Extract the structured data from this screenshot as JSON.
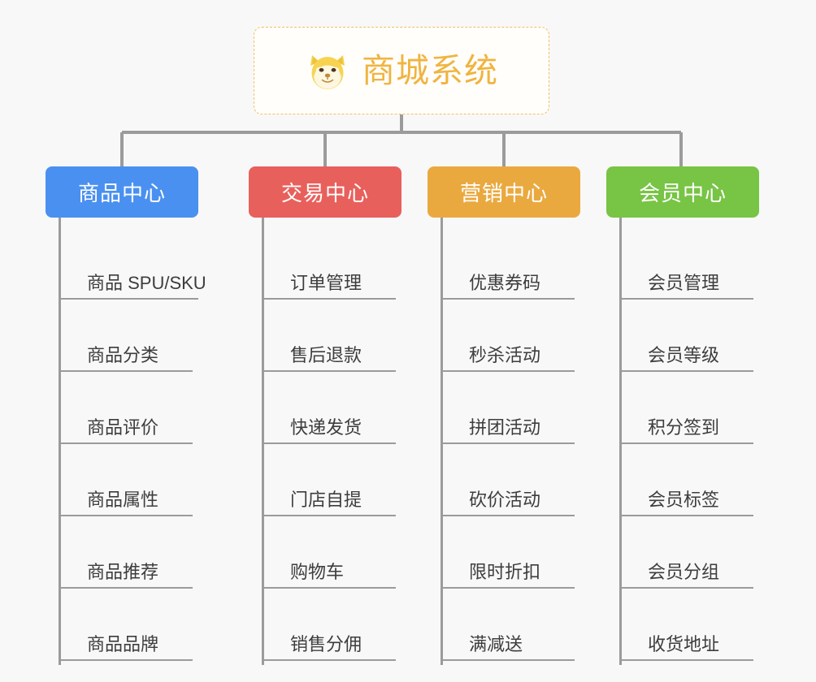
{
  "root": {
    "title": "商城系统",
    "icon": "shiba-dog-emoji",
    "border_color": "#f0c060",
    "text_color": "#f0b440",
    "background": "#fffefb"
  },
  "canvas": {
    "background": "#f8f8f8",
    "connector_color": "#9b9b9b"
  },
  "columns": [
    {
      "title": "商品中心",
      "color": "#4a90f0",
      "items": [
        "商品 SPU/SKU",
        "商品分类",
        "商品评价",
        "商品属性",
        "商品推荐",
        "商品品牌"
      ]
    },
    {
      "title": "交易中心",
      "color": "#e8605c",
      "items": [
        "订单管理",
        "售后退款",
        "快递发货",
        "门店自提",
        "购物车",
        "销售分佣"
      ]
    },
    {
      "title": "营销中心",
      "color": "#eaa93f",
      "items": [
        "优惠券码",
        "秒杀活动",
        "拼团活动",
        "砍价活动",
        "限时折扣",
        "满减送"
      ]
    },
    {
      "title": "会员中心",
      "color": "#78c445",
      "items": [
        "会员管理",
        "会员等级",
        "积分签到",
        "会员标签",
        "会员分组",
        "收货地址"
      ]
    }
  ]
}
